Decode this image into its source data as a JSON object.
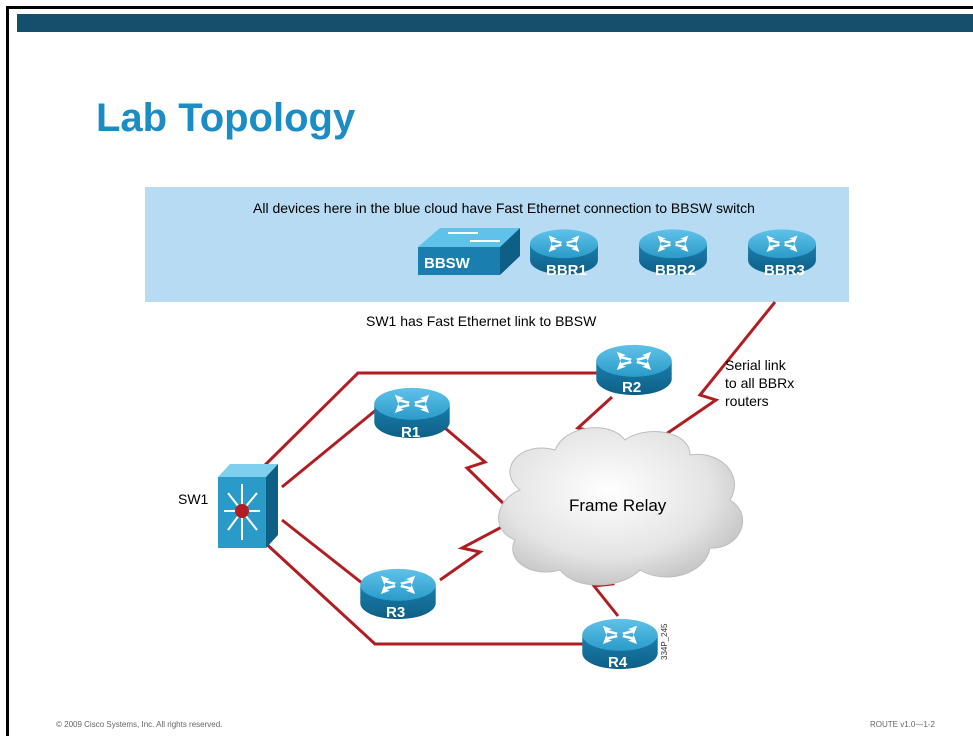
{
  "slide": {
    "title": "Lab Topology",
    "blue_cloud_caption": "All devices here in the blue cloud have Fast Ethernet connection to BBSW switch",
    "sw1_link_note": "SW1 has Fast Ethernet link to BBSW",
    "serial_note": [
      "Serial link",
      "to all BBRx",
      "routers"
    ],
    "frame_relay_label": "Frame Relay",
    "figure_id": "334P_245",
    "footer_left": "© 2009 Cisco Systems, Inc. All rights reserved.",
    "footer_right": "ROUTE v1.0—1-2"
  },
  "devices": {
    "bbsw": {
      "label": "BBSW",
      "type": "switch"
    },
    "bbr1": {
      "label": "BBR1",
      "type": "router"
    },
    "bbr2": {
      "label": "BBR2",
      "type": "router"
    },
    "bbr3": {
      "label": "BBR3",
      "type": "router"
    },
    "sw1": {
      "label": "SW1",
      "type": "multilayer-switch"
    },
    "r1": {
      "label": "R1",
      "type": "router"
    },
    "r2": {
      "label": "R2",
      "type": "router"
    },
    "r3": {
      "label": "R3",
      "type": "router"
    },
    "r4": {
      "label": "R4",
      "type": "router"
    }
  },
  "colors": {
    "top_bar": "#14506b",
    "title": "#1b8cc4",
    "blue_cloud": "#b7dbf3",
    "link": "#b01e23",
    "router": "#2a9bc9"
  }
}
